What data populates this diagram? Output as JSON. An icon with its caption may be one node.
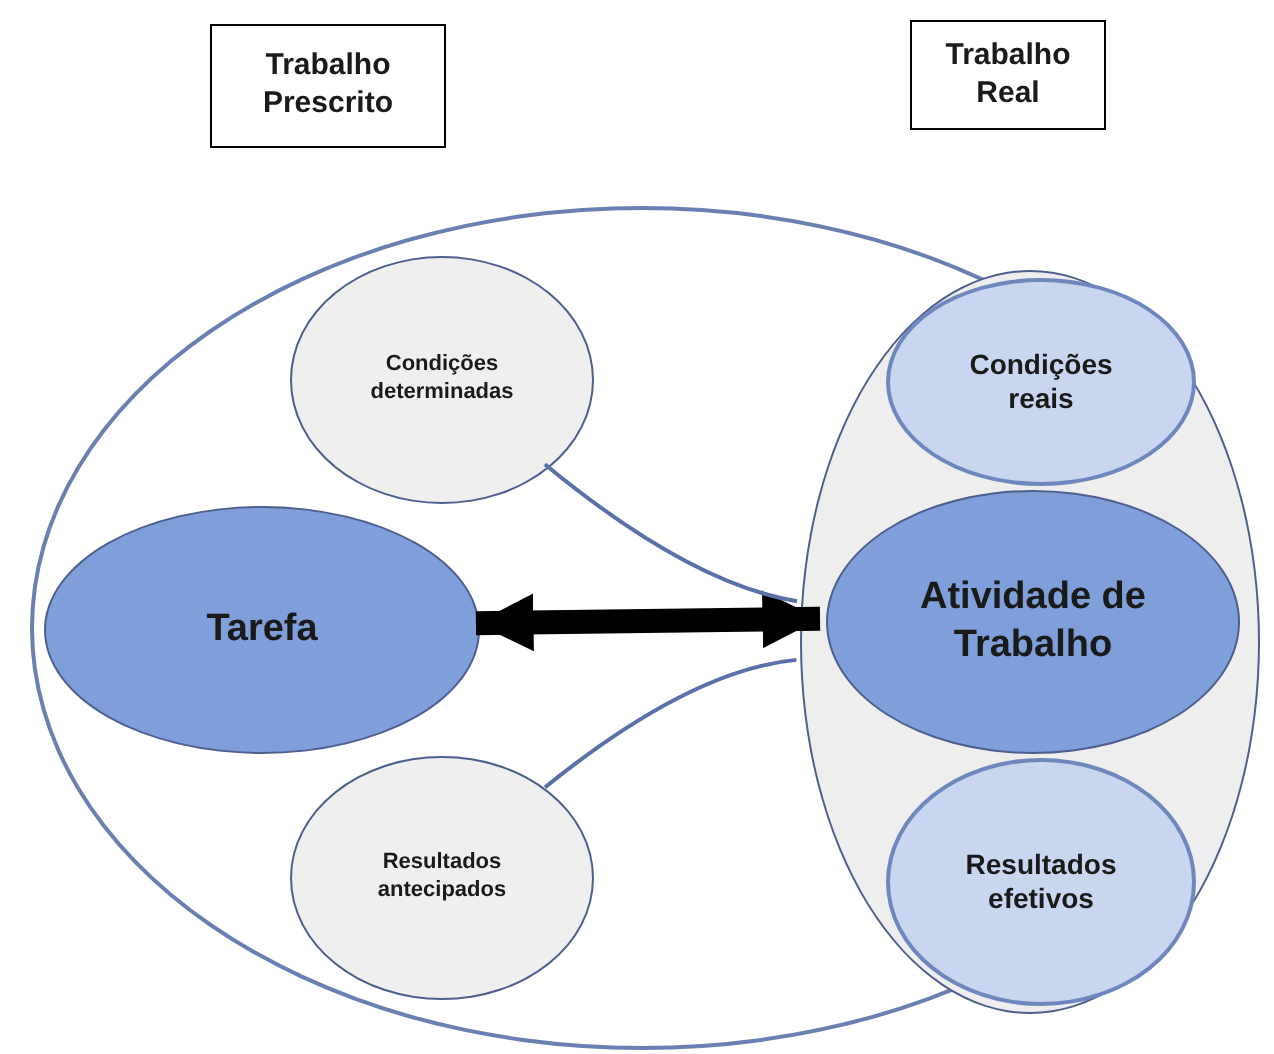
{
  "diagram": {
    "nodes": [
      {
        "text": [
          "Trabalho Prescrito"
        ]
      },
      {
        "text": [
          "Trabalho Real"
        ]
      },
      {
        "text": [],
        "shape": "ellipse"
      },
      {
        "text": [
          "Condições determinadas"
        ],
        "in": 2
      },
      {
        "text": [
          "Tarefa"
        ],
        "in": 2
      },
      {
        "text": [
          "Resultados antecipados"
        ],
        "in": 2
      },
      {
        "text": [],
        "shape": "ellipse",
        "in": 2
      },
      {
        "text": [
          "Condições reais"
        ],
        "in": 6
      },
      {
        "text": [
          "Atividade de Trabalho"
        ],
        "in": 6
      },
      {
        "text": [
          "Resultados efetivos"
        ],
        "in": 6
      }
    ],
    "edges": [
      {
        "from": 4,
        "to": 8,
        "arrow": "both",
        "style": "thick",
        "color": "#000000"
      },
      {
        "from": 3,
        "to": 6,
        "arrow": "none"
      },
      {
        "from": 5,
        "to": 6,
        "arrow": "none"
      }
    ]
  }
}
